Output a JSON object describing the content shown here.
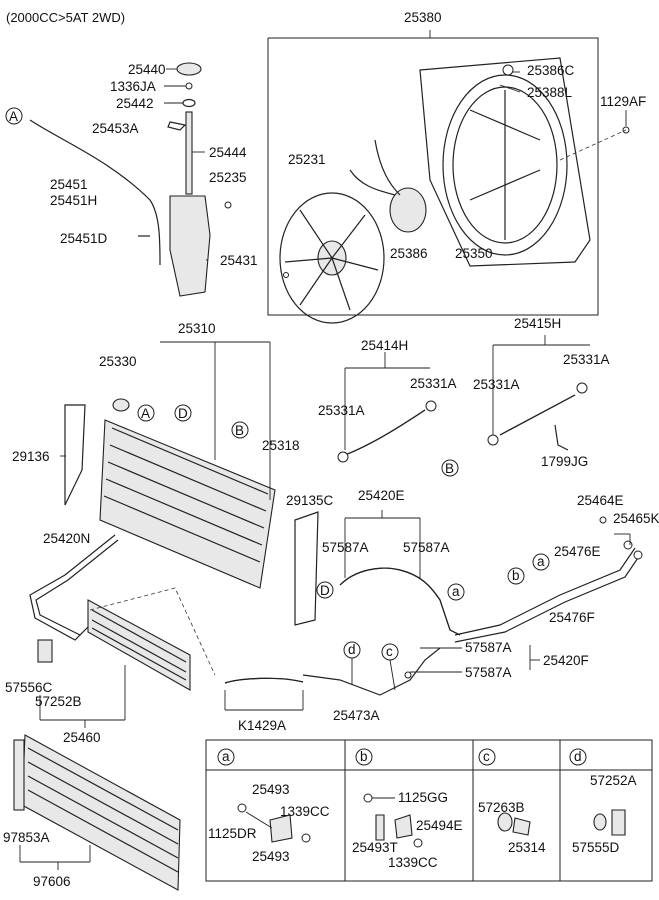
{
  "header": {
    "title": "(2000CC>5AT 2WD)"
  },
  "labels": {
    "p25380": "25380",
    "p25440": "25440",
    "p1336ja": "1336JA",
    "p25442": "25442",
    "p25453a": "25453A",
    "p25444": "25444",
    "p25451": "25451",
    "p25451h": "25451H",
    "p25235": "25235",
    "p25451d": "25451D",
    "p25431": "25431",
    "p25386c": "25386C",
    "p25388l": "25388L",
    "p1129af": "1129AF",
    "p25231": "25231",
    "p25386": "25386",
    "p25350": "25350",
    "p25310": "25310",
    "p25330": "25330",
    "p29136": "29136",
    "p25318": "25318",
    "p29135c": "29135C",
    "p25414h": "25414H",
    "p25331a_1": "25331A",
    "p25331a_2": "25331A",
    "p25415h": "25415H",
    "p25331a_3": "25331A",
    "p25331a_4": "25331A",
    "p1799jg": "1799JG",
    "p25420e": "25420E",
    "p57587a_1": "57587A",
    "p57587a_2": "57587A",
    "p25464e": "25464E",
    "p25465k": "25465K",
    "p25476e": "25476E",
    "p25476f": "25476F",
    "p25420n": "25420N",
    "p57587a_3": "57587A",
    "p57587a_4": "57587A",
    "p25420f": "25420F",
    "p57556c": "57556C",
    "p57252b": "57252B",
    "pk1429a": "K1429A",
    "p25473a": "25473A",
    "p25460": "25460",
    "p97853a": "97853A",
    "p97606": "97606",
    "s_a_25493_1": "25493",
    "s_a_1339cc": "1339CC",
    "s_a_1125dr": "1125DR",
    "s_a_25493_2": "25493",
    "s_b_1125gg": "1125GG",
    "s_b_25494e": "25494E",
    "s_b_25493t": "25493T",
    "s_b_1339cc": "1339CC",
    "s_c_57263b": "57263B",
    "s_c_25314": "25314",
    "s_d_57252a": "57252A",
    "s_d_57555d": "57555D"
  },
  "callouts": {
    "A": "A",
    "B": "B",
    "D": "D",
    "a": "a",
    "b": "b",
    "c": "c",
    "d": "d"
  },
  "legend_table": {
    "col_a": "a",
    "col_b": "b",
    "col_c": "c",
    "col_d": "d"
  }
}
